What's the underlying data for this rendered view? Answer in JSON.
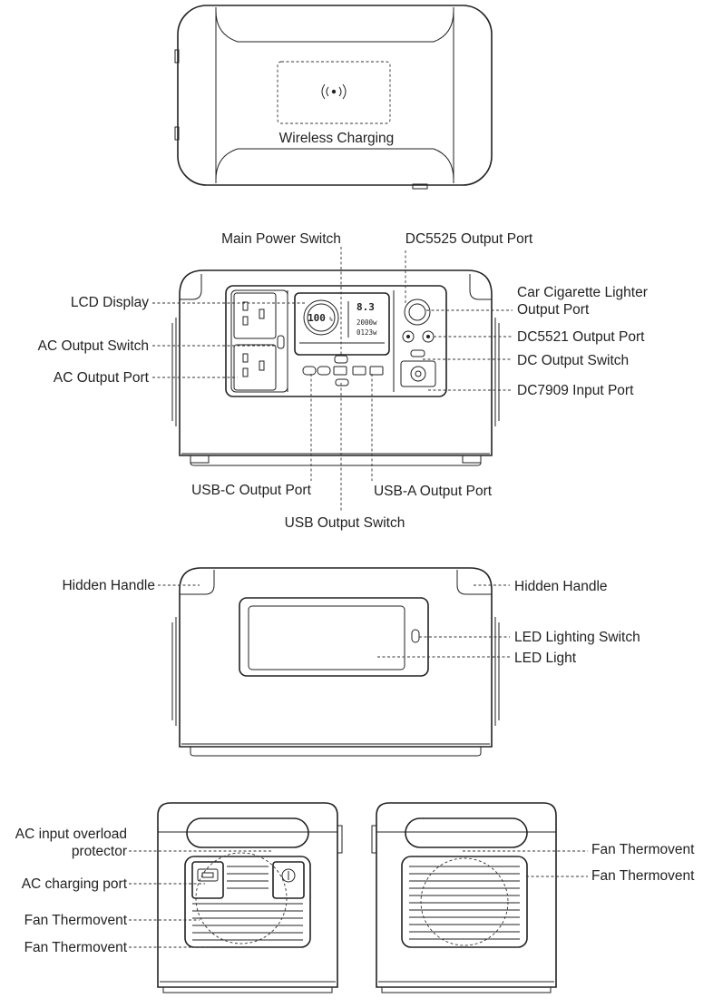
{
  "top_view": {
    "wireless_label": "Wireless Charging"
  },
  "front_view": {
    "labels": {
      "main_power_switch": "Main Power Switch",
      "dc5525": "DC5525 Output Port",
      "lcd_display": "LCD Display",
      "car_lighter_line1": "Car Cigarette Lighter",
      "car_lighter_line2": "Output Port",
      "ac_output_switch": "AC Output Switch",
      "dc5521": "DC5521 Output Port",
      "dc_output_switch": "DC Output Switch",
      "ac_output_port": "AC Output Port",
      "dc7909": "DC7909 Input Port",
      "usb_c": "USB-C Output Port",
      "usb_a": "USB-A Output Port",
      "usb_switch": "USB Output Switch"
    },
    "lcd": {
      "percent": "100",
      "unit": "%",
      "top_value": "8.3",
      "mid_value": "2000w",
      "low_value": "0123w"
    }
  },
  "side_view": {
    "labels": {
      "hidden_handle_left": "Hidden Handle",
      "hidden_handle_right": "Hidden Handle",
      "led_switch": "LED Lighting Switch",
      "led_light": "LED Light"
    }
  },
  "rear_views": {
    "labels": {
      "ac_input_overload_line1": "AC input overload",
      "ac_input_overload_line2": "protector",
      "ac_charging_port": "AC charging port",
      "fan_left_1": "Fan Thermovent",
      "fan_left_2": "Fan Thermovent",
      "fan_right_1": "Fan Thermovent",
      "fan_right_2": "Fan Thermovent"
    }
  }
}
